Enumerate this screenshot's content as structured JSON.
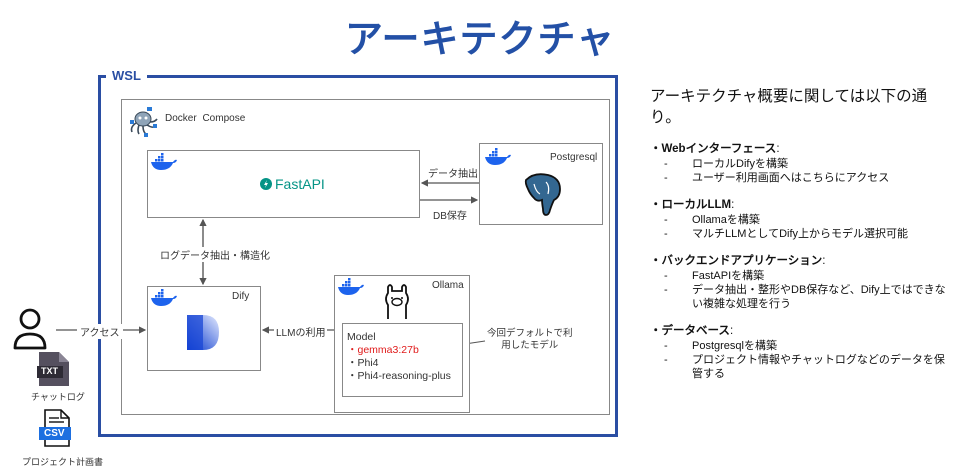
{
  "title": "アーキテクチャ",
  "diagram": {
    "wsl_label": "WSL",
    "compose_label": "Docker Compose",
    "fastapi": {
      "label": "FastAPI"
    },
    "postgres": {
      "label": "Postgresql"
    },
    "dify": {
      "label": "Dify"
    },
    "ollama": {
      "label": "Ollama",
      "model_heading": "Model",
      "models": [
        {
          "name": "・gemma3:27b",
          "highlight_color": "#e01b1b"
        },
        {
          "name": "・Phi4"
        },
        {
          "name": "・Phi4-reasoning-plus"
        }
      ]
    },
    "edges": {
      "data_extract": "データ抽出",
      "db_save": "DB保存",
      "log_extract": "ログデータ抽出・構造化",
      "llm_use": "LLMの利用",
      "access": "アクセス"
    },
    "annotation": [
      "今回デフォルトで利",
      "用したモデル"
    ],
    "user_files": [
      {
        "badge": "TXT",
        "label": "チャットログ"
      },
      {
        "badge": "CSV",
        "label": "プロジェクト計画書"
      }
    ]
  },
  "summary": {
    "intro": "アーキテクチャ概要に関しては以下の通り。",
    "sections": [
      {
        "heading": "・Webインターフェース",
        "items": [
          "ローカルDifyを構築",
          "ユーザー利用画面へはこちらにアクセス"
        ]
      },
      {
        "heading": "・ローカルLLM",
        "items": [
          "Ollamaを構築",
          "マルチLLMとしてDify上からモデル選択可能"
        ]
      },
      {
        "heading": "・バックエンドアプリケーション",
        "items": [
          "FastAPIを構築",
          "データ抽出・整形やDB保存など、Dify上ではできない複雑な処理を行う"
        ]
      },
      {
        "heading": "・データベース",
        "items": [
          "Postgresqlを構築",
          "プロジェクト情報やチャットログなどのデータを保管する"
        ]
      }
    ],
    "colon": ":",
    "dash": "-"
  },
  "colors": {
    "title": "#2350a6",
    "wsl_border": "#2a4ea3",
    "docker_blue": "#1d63ed",
    "fastapi_teal": "#059486",
    "postgres_blue": "#336791"
  }
}
